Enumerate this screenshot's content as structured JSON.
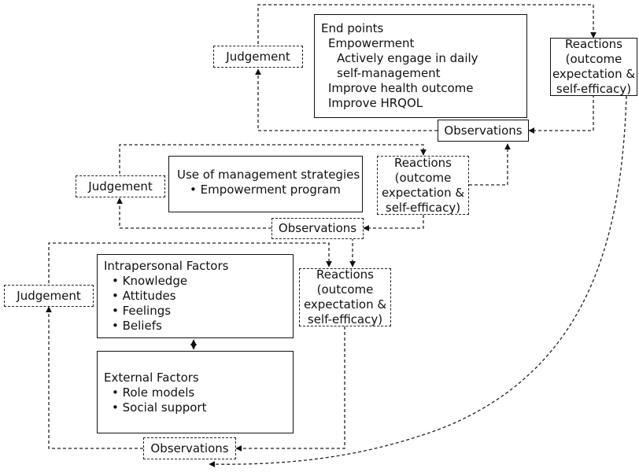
{
  "endpoints": {
    "title": "End points",
    "items": [
      "Empowerment",
      "Actively engage in daily",
      "self-management",
      "Improve health outcome",
      "Improve HRQOL"
    ]
  },
  "management": {
    "title": "Use of management strategies",
    "items": [
      "Empowerment program"
    ]
  },
  "intrapersonal": {
    "title": "Intrapersonal Factors",
    "items": [
      "Knowledge",
      "Attitudes",
      "Feelings",
      "Beliefs"
    ]
  },
  "external": {
    "title": "External Factors",
    "items": [
      "Role models",
      "Social support"
    ]
  },
  "judgement_label": "Judgement",
  "observations_label": "Observations",
  "reactions_lines": [
    "Reactions",
    "(outcome",
    "expectation &",
    "self-efficacy)"
  ]
}
